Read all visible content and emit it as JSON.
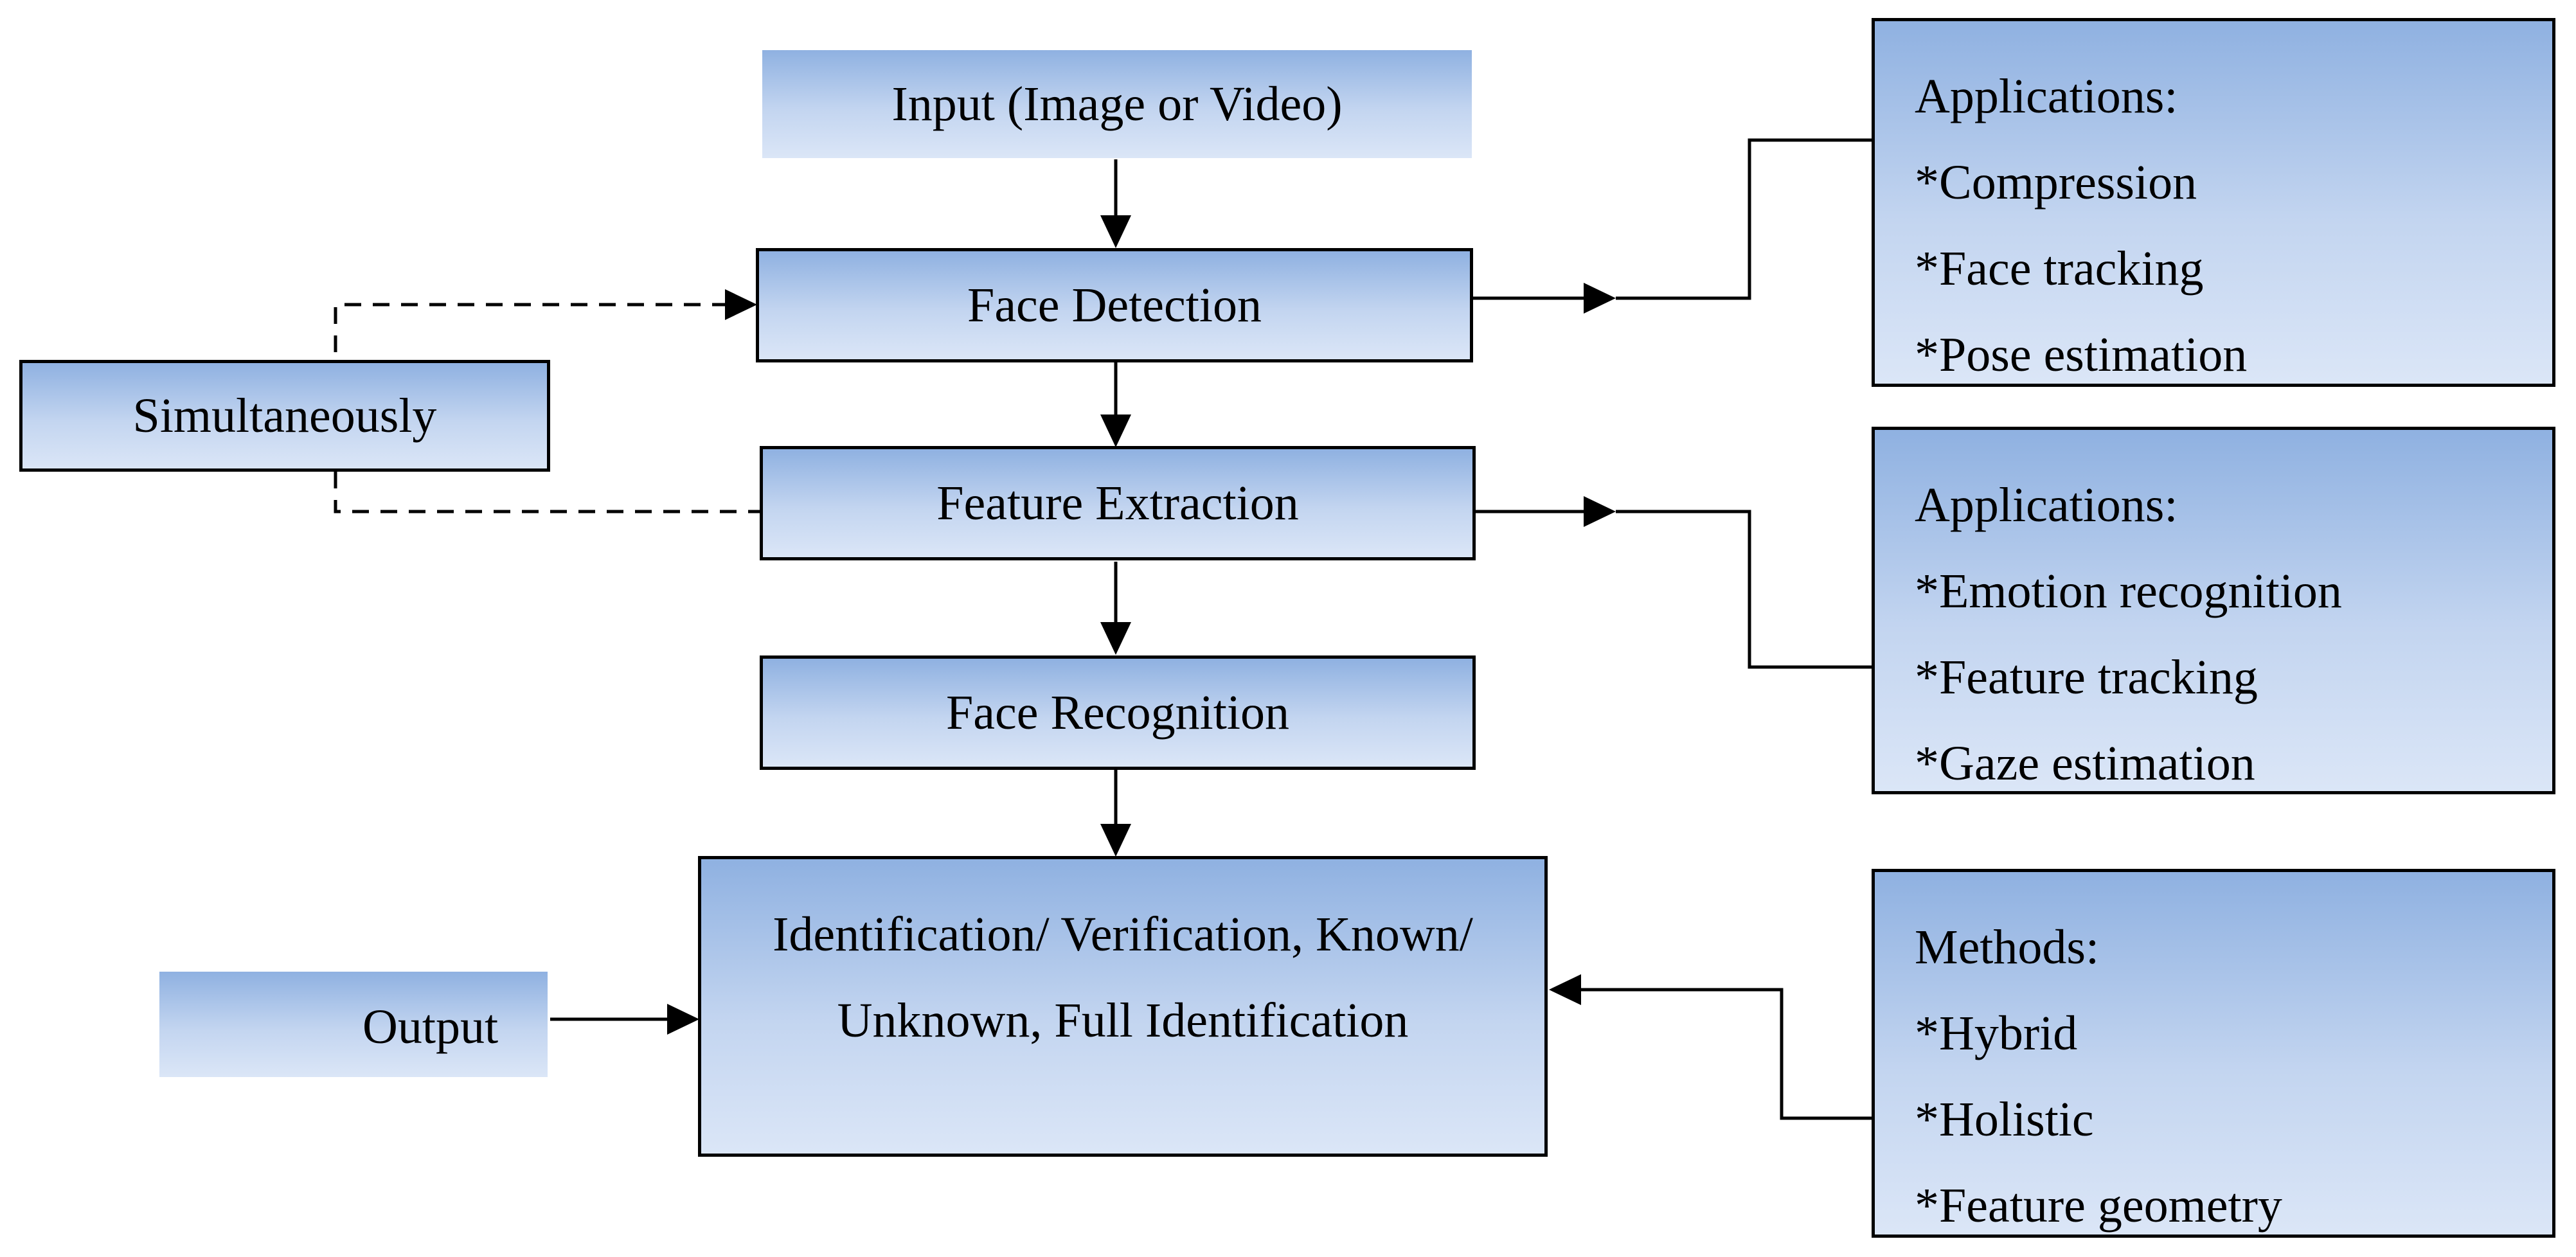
{
  "nodes": {
    "input": "Input (Image or Video)",
    "face_detection": "Face Detection",
    "feature_extraction": "Feature Extraction",
    "face_recognition": "Face Recognition",
    "identification": [
      "Identification/ Verification, Known/",
      "Unknown, Full Identification"
    ],
    "simultaneously": "Simultaneously",
    "output": "Output"
  },
  "panels": {
    "detection_applications": {
      "heading": "Applications:",
      "items": [
        "*Compression",
        "*Face tracking",
        "*Pose estimation"
      ]
    },
    "extraction_applications": {
      "heading": "Applications:",
      "items": [
        "*Emotion recognition",
        "*Feature tracking",
        "*Gaze estimation"
      ]
    },
    "recognition_methods": {
      "heading": "Methods:",
      "items": [
        "*Hybrid",
        "*Holistic",
        "*Feature geometry"
      ]
    }
  },
  "colors": {
    "box_top": "#8fb1e1",
    "box_bottom": "#dbe6f7",
    "line": "#000000"
  }
}
